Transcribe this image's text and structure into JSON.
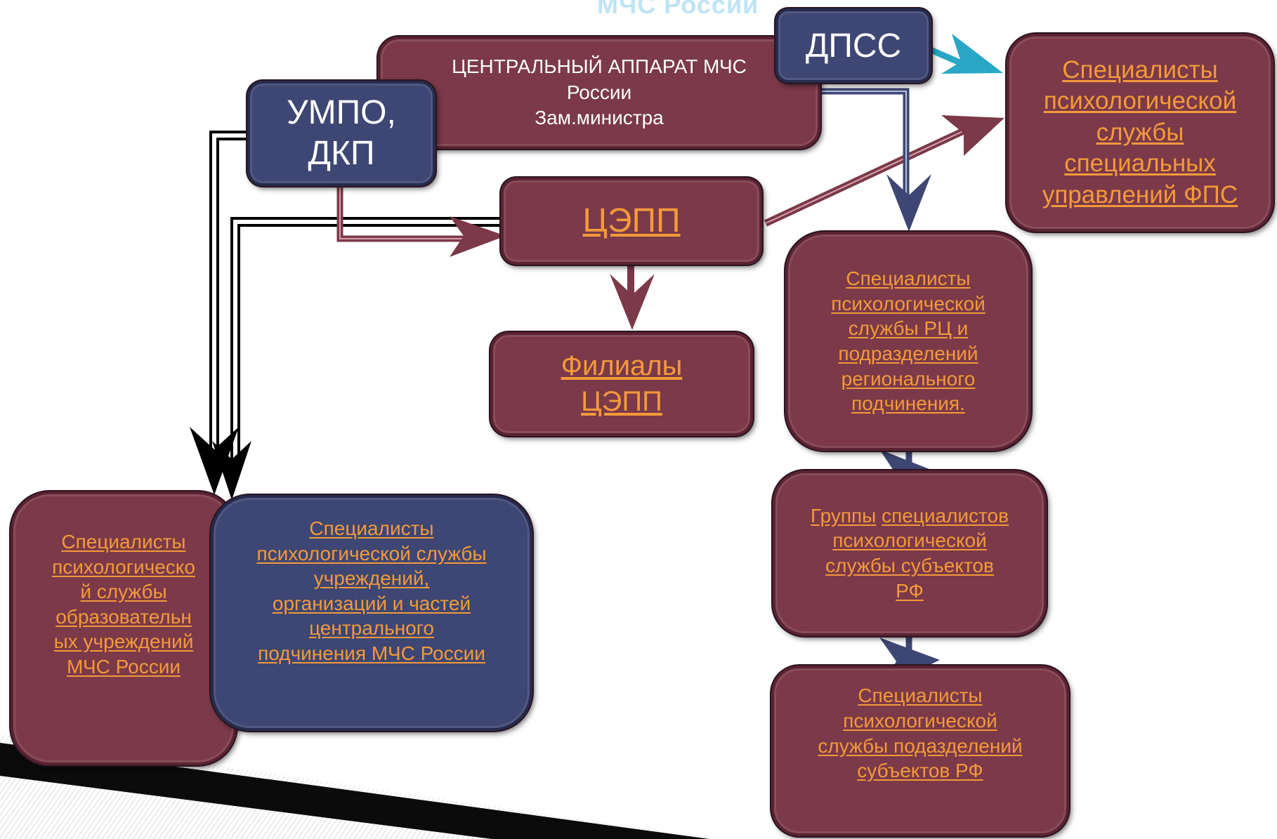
{
  "title": "МЧС России",
  "boxes": {
    "central": [
      "ЦЕНТРАЛЬНЫЙ АППАРАТ МЧС",
      "России",
      "Зам.министра"
    ],
    "dpss": "ДПСС",
    "umpo": [
      "УМПО,",
      "ДКП"
    ],
    "cepp": "ЦЭПП",
    "filialy": [
      "Филиалы",
      "ЦЭПП"
    ],
    "fps": [
      "Специалисты",
      "психологической",
      "службы",
      "специальных",
      "управлений ФПС"
    ],
    "rc": [
      "Специалисты",
      "психологической",
      "службы РЦ и",
      "подразделений",
      "регионального",
      "подчинения."
    ],
    "groups": {
      "word1": "Группы",
      "rest": [
        "специалистов",
        "психологической",
        "службы субъектов",
        "РФ"
      ]
    },
    "subdiv": [
      "Специалисты",
      "психологической",
      "службы подазделений",
      "субъектов РФ"
    ],
    "edu": [
      "Специалисты",
      "психологическо",
      "й службы",
      "образовательн",
      "ых учреждений",
      "МЧС России"
    ],
    "central_sub": [
      "Специалисты",
      "психологической службы",
      "учреждений,",
      "организаций и частей",
      "центрального",
      "подчинения МЧС России"
    ]
  },
  "colors": {
    "maroon": "#7b3949",
    "navy": "#3e4673",
    "link": "#f39a3a",
    "arrow_cyan": "#2aa7c5"
  }
}
